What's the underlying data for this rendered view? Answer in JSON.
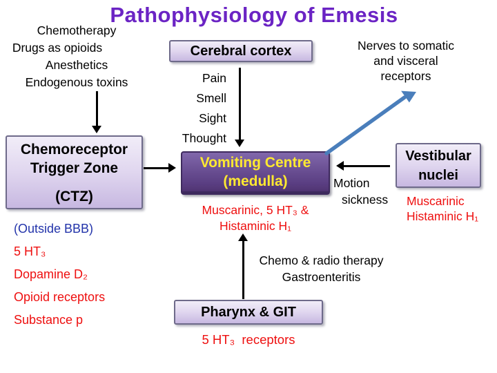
{
  "colors": {
    "title_color": "#6B24C4",
    "red": "#EE0F0F",
    "blue_text": "#2233AA",
    "blue_arrow": "#4A7EBB",
    "box_border": "#6E6A8A",
    "vc_border": "#3E2A5E",
    "vc_text": "#FFE930"
  },
  "title": "Pathophysiology of Emesis",
  "causes": {
    "lines": [
      "Chemotherapy",
      "Drugs as opioids",
      "Anesthetics",
      "Endogenous toxins"
    ]
  },
  "boxes": {
    "cerebral_cortex": {
      "label": "Cerebral cortex"
    },
    "ctz": {
      "label": "Chemoreceptor Trigger Zone",
      "sublabel": "(CTZ)"
    },
    "vomiting_centre": {
      "label": "Vomiting Centre (medulla)"
    },
    "vestibular": {
      "label": "Vestibular nuclei"
    },
    "pharynx": {
      "label": "Pharynx & GIT"
    }
  },
  "cortex_inputs": {
    "lines": [
      "Pain",
      "Smell",
      "Sight",
      "Thought"
    ]
  },
  "nerves": {
    "lines": [
      "Nerves to somatic",
      "and visceral",
      "receptors"
    ]
  },
  "motion": {
    "lines": [
      "Motion",
      "sickness"
    ]
  },
  "vc_receptors": {
    "lines": [
      "Muscarinic, 5 HT₃ &",
      "Histaminic H₁"
    ]
  },
  "vestibular_receptors": {
    "lines": [
      "Muscarinic",
      "Histaminic H₁"
    ]
  },
  "ctz_notes": {
    "bbb": "(Outside BBB)",
    "receptors": [
      "5 HT₃",
      "Dopamine D₂",
      "Opioid receptors",
      "Substance p"
    ]
  },
  "git_causes": {
    "lines": [
      "Chemo & radio therapy",
      "Gastroenteritis"
    ]
  },
  "git_receptors": "5 HT₃  receptors"
}
